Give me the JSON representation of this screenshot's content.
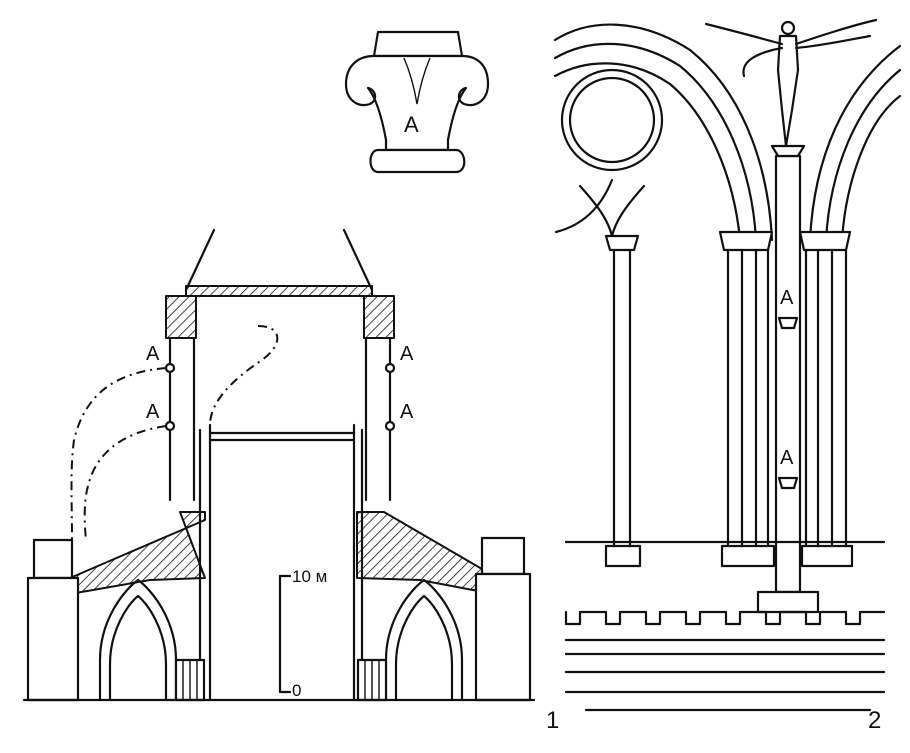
{
  "labels": {
    "capital": "A",
    "left_upper": "A",
    "left_lower": "A",
    "right_upper": "A",
    "right_lower": "A",
    "elev_upper": "A",
    "elev_lower": "A"
  },
  "scale": {
    "top": "10 м",
    "bottom": "0"
  },
  "figure_numbers": {
    "section": "1",
    "elevation": "2"
  }
}
